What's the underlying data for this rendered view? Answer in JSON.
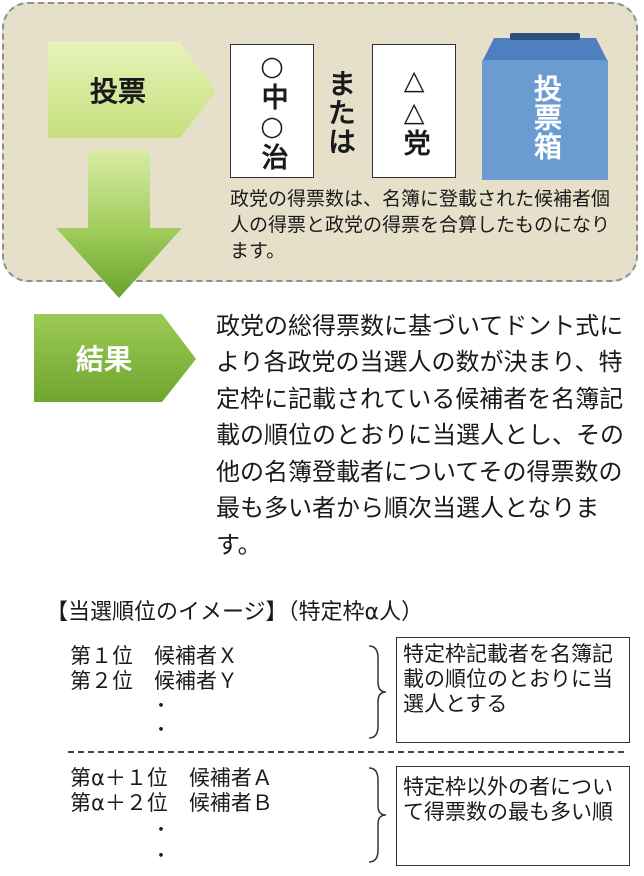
{
  "vote": {
    "label": "投票",
    "ballot_candidate": "○中○治",
    "or_text": "または",
    "ballot_party": "△△党",
    "ballot_box_label": "投票箱",
    "note": "政党の得票数は、名簿に登載された候補者個人の得票と政党の得票を合算したものになります。"
  },
  "result": {
    "label": "結果",
    "description": "政党の総得票数に基づいてドント式により各政党の当選人の数が決まり、特定枠に記載されている候補者を名簿記載の順位のとおりに当選人とし、その他の名簿登載者についてその得票数の最も多い者から順次当選人となります。"
  },
  "order": {
    "title": "【当選順位のイメージ】（特定枠α人）",
    "group1": {
      "ranks": [
        "第１位　候補者Ｘ",
        "第２位　候補者Ｙ"
      ],
      "dots": [
        "・",
        "・"
      ],
      "note": "特定枠記載者を名簿記載の順位のとおりに当選人とする"
    },
    "group2": {
      "ranks": [
        "第α＋１位　候補者Ａ",
        "第α＋２位　候補者Ｂ"
      ],
      "dots": [
        "・",
        "・"
      ],
      "note": "特定枠以外の者について得票数の最も多い順"
    }
  },
  "colors": {
    "panel_fill": "#e6e0cb",
    "green_light": "#d3e89a",
    "green_dark": "#7db43a",
    "ballot_box_blue": "#6b9bd1"
  }
}
